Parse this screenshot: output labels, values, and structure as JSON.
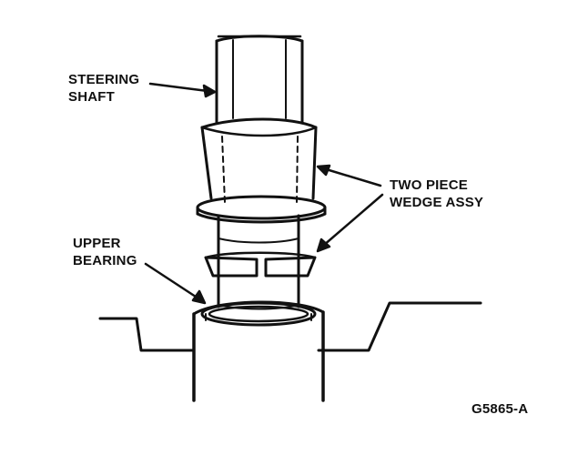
{
  "labels": {
    "steering_shaft": [
      "STEERING",
      "SHAFT"
    ],
    "two_piece_wedge": [
      "TWO PIECE",
      "WEDGE ASSY"
    ],
    "upper_bearing": [
      "UPPER",
      "BEARING"
    ]
  },
  "figure_code": "G5865-A",
  "colors": {
    "ink": "#111111",
    "paper": "#ffffff"
  }
}
